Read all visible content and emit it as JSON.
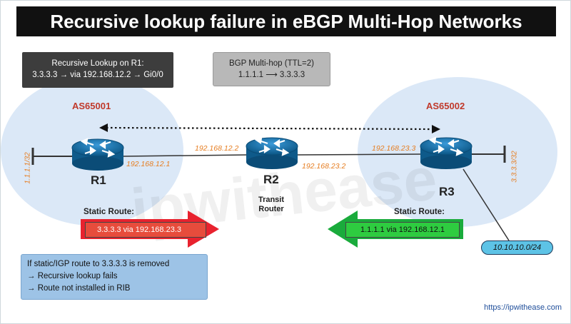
{
  "title": "Recursive lookup failure in eBGP Multi-Hop Networks",
  "lookup_box": {
    "line1": "Recursive Lookup on R1:",
    "line2": "3.3.3.3 → via 192.168.12.2 → Gi0/0"
  },
  "multihop_box": {
    "line1": "BGP Multi-hop (TTL=2)",
    "line2": "1.1.1.1 ⟶ 3.3.3.3"
  },
  "as_labels": {
    "left": "AS65001",
    "right": "AS65002"
  },
  "routers": {
    "r1": {
      "label": "R1",
      "loopback": "1.1.1.1/32",
      "interface_ip": "192.168.12.1"
    },
    "r2": {
      "label": "R2",
      "role": "Transit Router",
      "left_ip": "192.168.12.2",
      "right_ip": "192.168.23.2"
    },
    "r3": {
      "label": "R3",
      "loopback": "3.3.3.3/32",
      "interface_ip": "192.168.23.3"
    }
  },
  "static_routes": {
    "left": {
      "label": "Static Route:",
      "route": "3.3.3.3 via 192.168.23.3",
      "icon": "trash-icon"
    },
    "right": {
      "label": "Static Route:",
      "route": "1.1.1.1 via 192.168.12.1"
    }
  },
  "network_pill": "10.10.10.0/24",
  "info_box": {
    "line1": "If static/IGP route to 3.3.3.3 is removed",
    "line2": "→ Recursive lookup fails",
    "line3": "→ Route not installed in RIB",
    "icon": "lightbulb-icon"
  },
  "footer_url": "https://ipwithease.com",
  "watermark": "ipwithease",
  "colors": {
    "title_bg": "#111111",
    "as_label": "#c0392b",
    "ip_label": "#e67e22",
    "router_blue": "#1f78b4",
    "as_zone": "#dbe8f7",
    "red_arrow": "#e8222e",
    "green_arrow": "#1aab3c",
    "info_bg": "#9dc3e6"
  }
}
